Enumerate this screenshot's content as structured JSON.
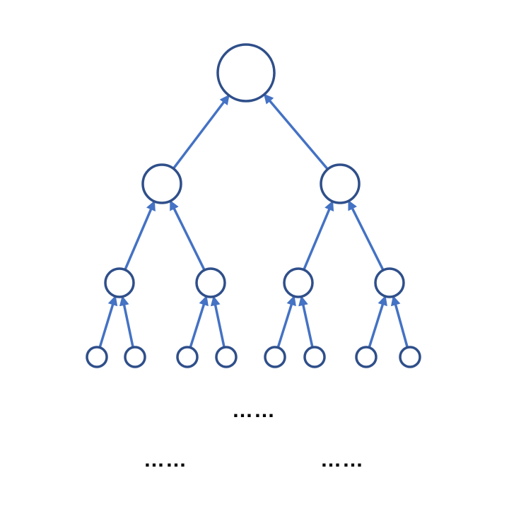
{
  "diagram": {
    "type": "binary-tree",
    "edge_direction": "child-to-parent",
    "edge_color": "#4472c4",
    "node_stroke_color": "#2f4f8a",
    "levels": [
      1,
      2,
      4,
      8
    ]
  },
  "continuation": {
    "center": "……",
    "left": "……",
    "right": "……"
  }
}
